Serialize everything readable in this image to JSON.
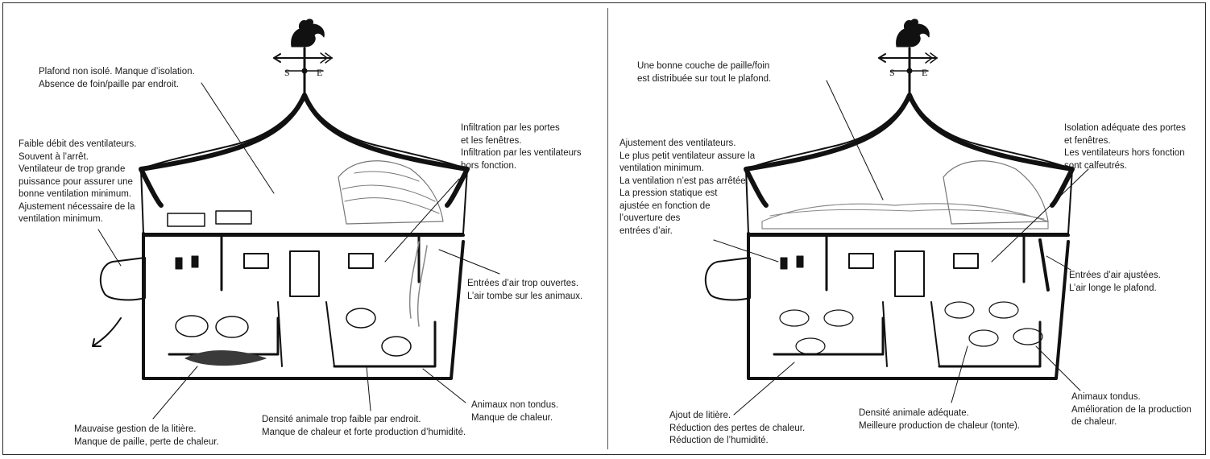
{
  "left_panel": {
    "labels": {
      "ceiling": "Plafond non isolé. Manque d’isolation.\nAbsence de foin/paille par endroit.",
      "fans": "Faible débit des ventilateurs.\nSouvent à l’arrêt.\nVentilateur de trop grande\npuissance pour assurer une\nbonne ventilation minimum.\nAjustement nécessaire de la\nventilation minimum.",
      "infiltration": "Infiltration par les portes\net les fenêtres.\nInfiltration par les ventilateurs\nhors fonction.",
      "air_inlets": "Entrées d’air trop ouvertes.\nL’air tombe sur les animaux.",
      "litter": "Mauvaise gestion de la litière.\nManque de paille, perte de chaleur.",
      "density": "Densité animale trop faible par endroit.\nManque de chaleur et forte production d’humidité.",
      "animals": "Animaux non tondus.\nManque de chaleur."
    }
  },
  "right_panel": {
    "labels": {
      "ceiling": "Une bonne couche de paille/foin\nest distribuée sur tout le plafond.",
      "fans": "Ajustement des ventilateurs.\nLe plus petit ventilateur assure la\nventilation minimum.\nLa ventilation n’est pas arrêtée.\nLa pression statique est\najustée en fonction de\nl’ouverture des\nentrées d’air.",
      "insulation": "Isolation adéquate des portes\net fenêtres.\nLes ventilateurs hors fonction\nsont calfeutrés.",
      "air_inlets": "Entrées d’air ajustées.\nL’air longe le plafond.",
      "litter": "Ajout de litière.\nRéduction des pertes de chaleur.\nRéduction de l’humidité.",
      "density": "Densité animale adéquate.\nMeilleure production de chaleur (tonte).",
      "animals": "Animaux tondus.\nAmélioration de la production\nde chaleur."
    }
  },
  "weathervane": {
    "west": "S",
    "east": "E"
  },
  "colors": {
    "ink": "#111111",
    "text": "#1a1a1a",
    "hay": "#8a8a8a",
    "manure": "#3a3a3a"
  }
}
